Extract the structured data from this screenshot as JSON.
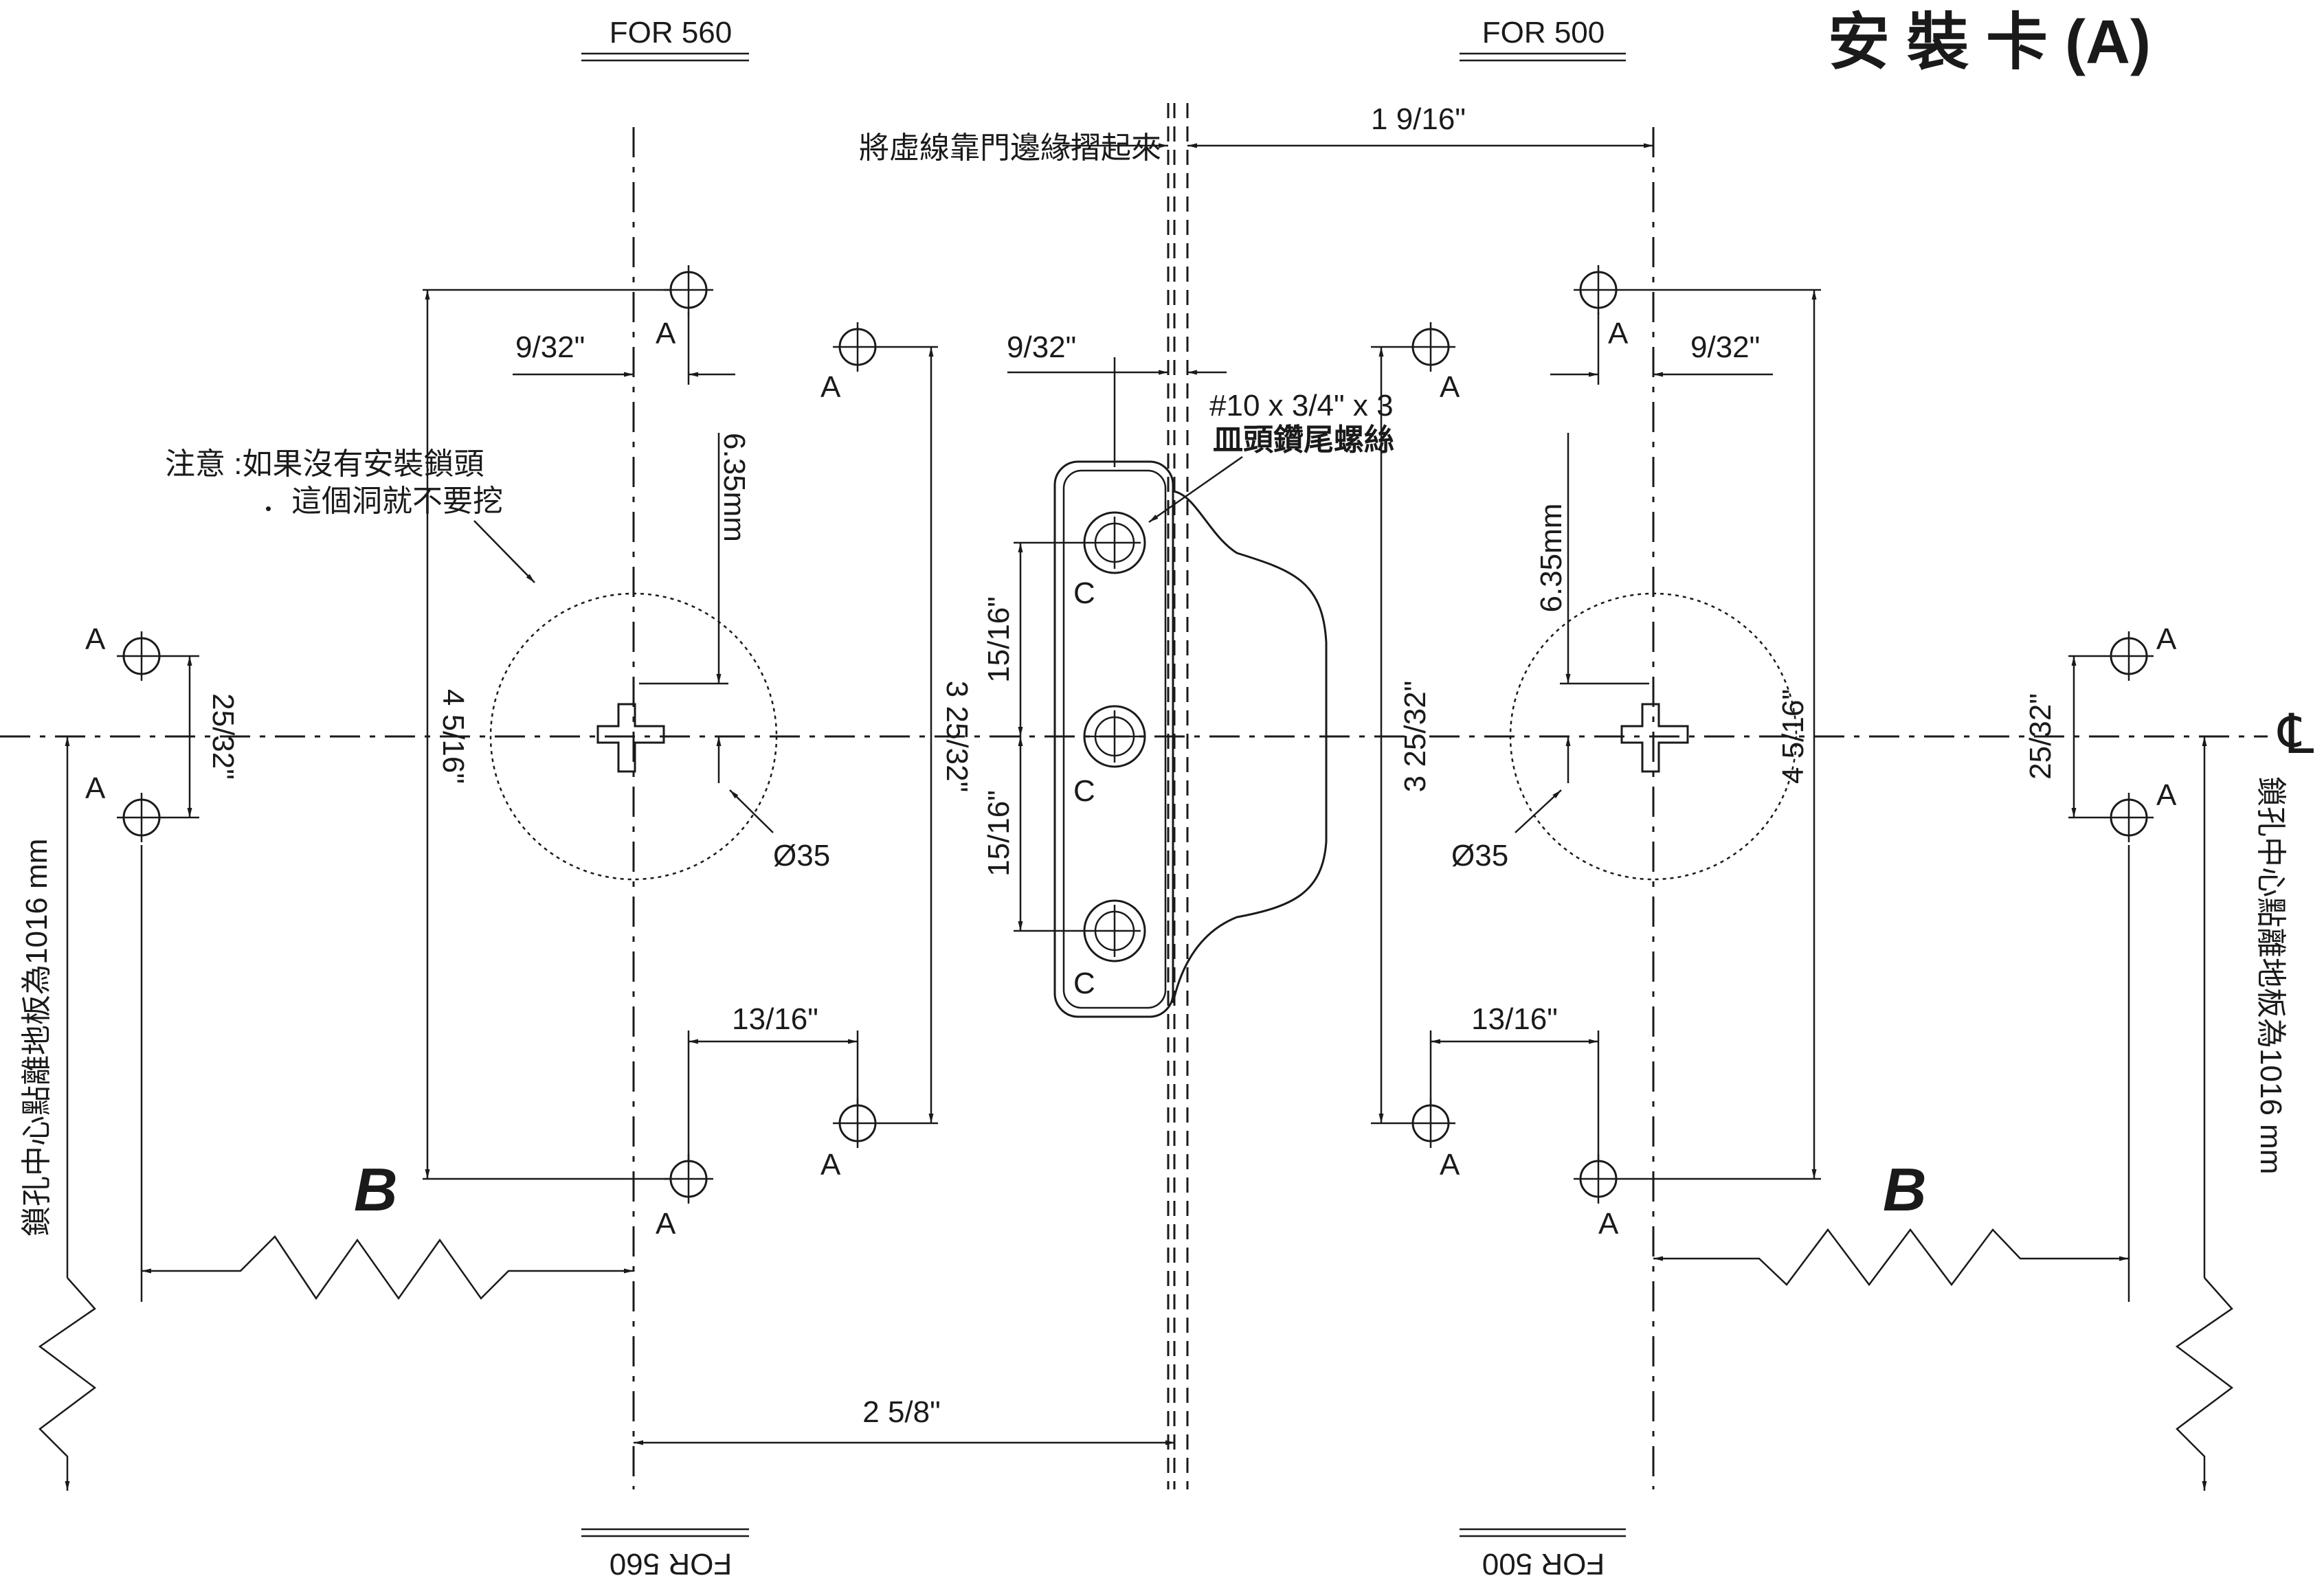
{
  "header": {
    "for_560": "FOR 560",
    "for_500": "FOR 500",
    "title": "安 裝 卡 (A)"
  },
  "notes": {
    "fold_instruction": "將虛線靠門邊緣摺起來",
    "caution_line1": "注意 :如果沒有安裝鎖頭",
    "caution_line2": "．這個洞就不要挖",
    "screw_line1": "#10 x 3/4\" x 3",
    "screw_line2": "皿頭鑽尾螺絲",
    "floor_left": "鎖孔中心點離地板為1016 mm",
    "floor_right": "鎖孔中心點離地板為1016 mm"
  },
  "dimensions": {
    "top_right": "1 9/16\"",
    "left_9_32": "9/32\"",
    "center_9_32": "9/32\"",
    "right_9_32": "9/32\"",
    "left_635": "6.35mm",
    "right_635": "6.35mm",
    "left_4516": "4 5/16\"",
    "right_4516": "4 5/16\"",
    "left_32532": "3 25/32\"",
    "right_32532": "3 25/32\"",
    "left_2532": "25/32\"",
    "right_2532": "25/32\"",
    "upper_1516": "15/16\"",
    "lower_1516": "15/16\"",
    "left_dia": "Ø35",
    "right_dia": "Ø35",
    "left_1316": "13/16\"",
    "right_1316": "13/16\"",
    "bottom_258": "2 5/8\""
  },
  "markers": {
    "a": "A",
    "c": "C",
    "b": "B",
    "centerline": "℄"
  },
  "footer": {
    "for_560_inverted": "FOR 560",
    "for_500_inverted": "FOR 500"
  }
}
